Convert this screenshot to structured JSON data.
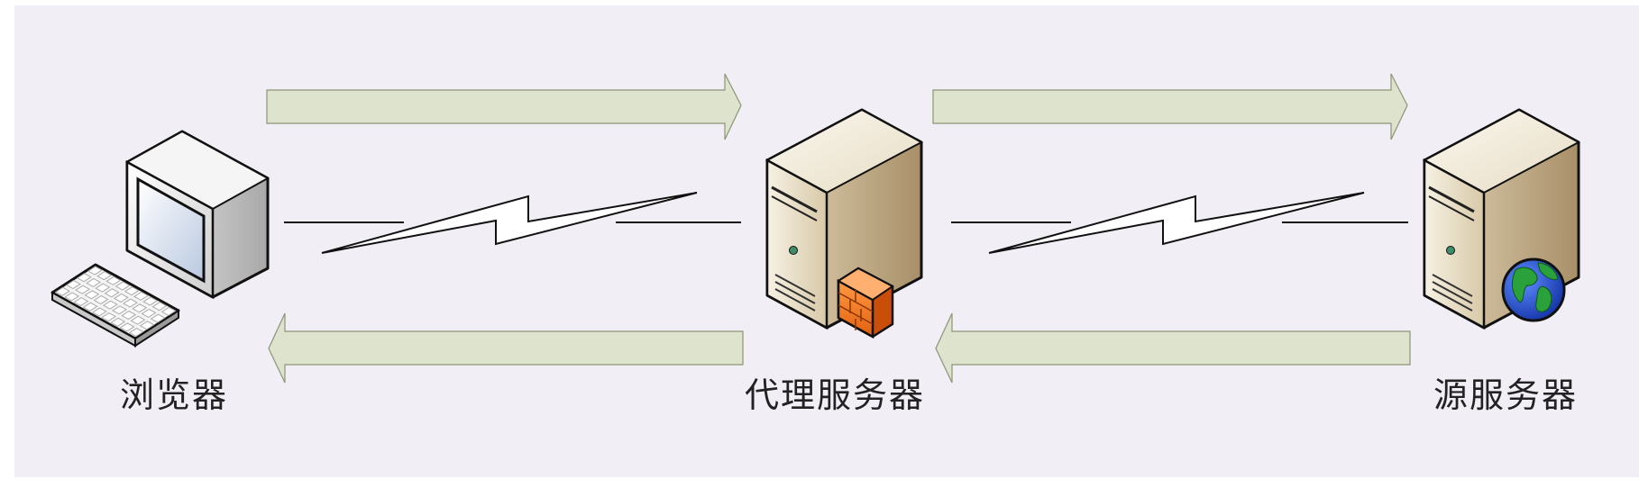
{
  "diagram": {
    "nodes": [
      {
        "id": "browser",
        "label": "浏览器",
        "icon": "desktop-computer-icon"
      },
      {
        "id": "proxy",
        "label": "代理服务器",
        "icon": "server-firewall-icon"
      },
      {
        "id": "origin",
        "label": "源服务器",
        "icon": "web-server-icon"
      }
    ],
    "edges": [
      {
        "from": "browser",
        "to": "proxy",
        "style": "lightning-link"
      },
      {
        "from": "proxy",
        "to": "origin",
        "style": "lightning-link"
      },
      {
        "from": "browser",
        "to": "proxy",
        "style": "arrow"
      },
      {
        "from": "proxy",
        "to": "browser",
        "style": "arrow"
      },
      {
        "from": "proxy",
        "to": "origin",
        "style": "arrow"
      },
      {
        "from": "origin",
        "to": "proxy",
        "style": "arrow"
      }
    ],
    "colors": {
      "background": "#f2eef5",
      "arrow_fill": "#dde3cc",
      "arrow_stroke": "#8c9477",
      "server_light": "#f1ead9",
      "server_dark": "#b19a74",
      "firewall": "#f07a1e",
      "globe_ocean": "#1f4fd0",
      "globe_land": "#2aa13a"
    }
  }
}
